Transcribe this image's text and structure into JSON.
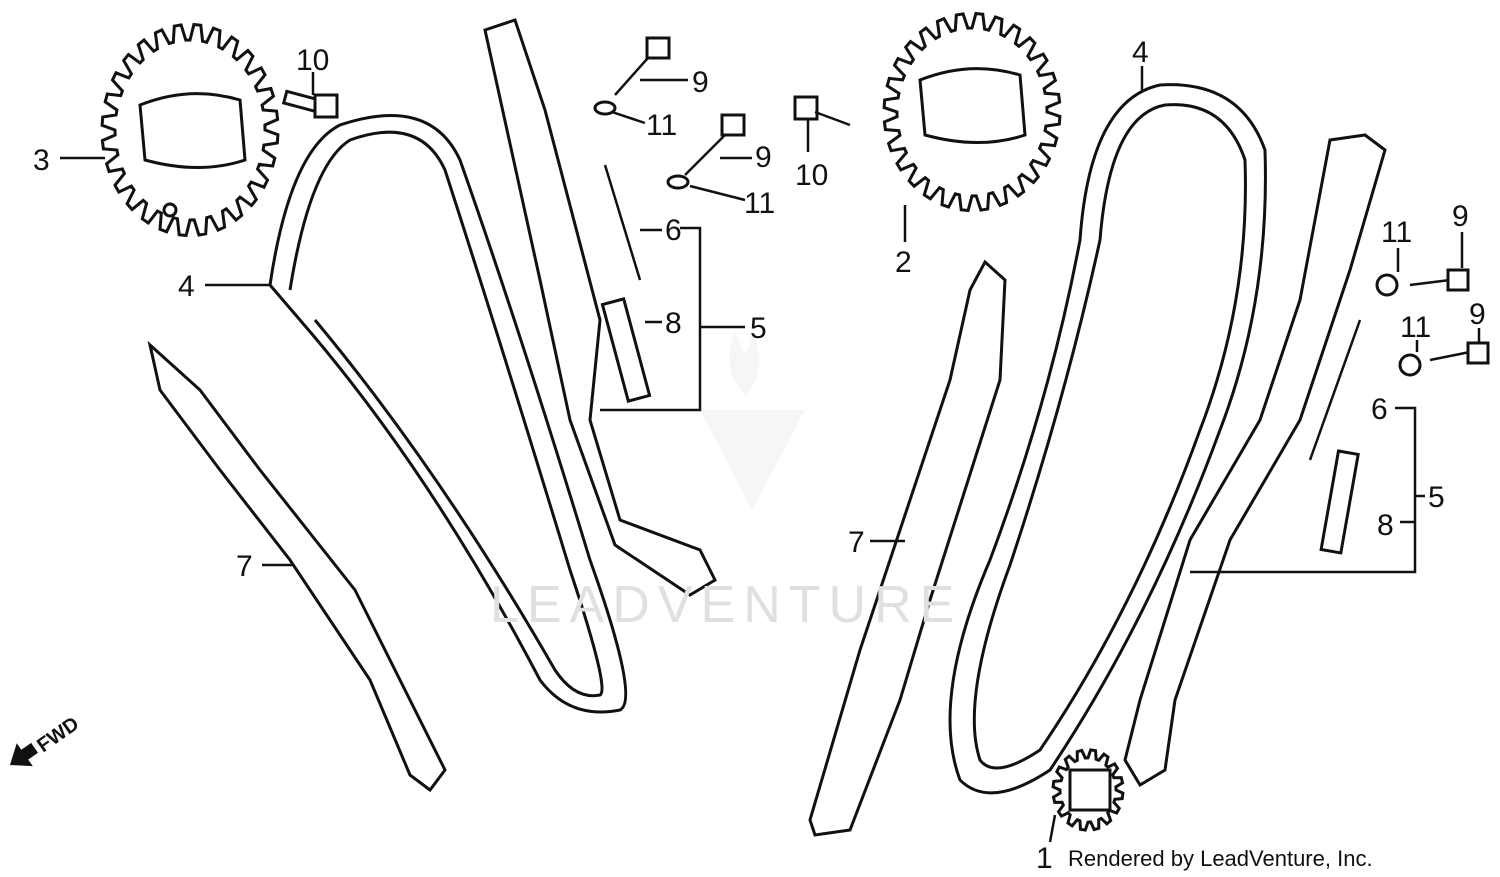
{
  "watermark": {
    "text": "LEADVENTURE"
  },
  "credit": "Rendered by LeadVenture, Inc.",
  "direction_marker": "FWD",
  "left_assembly": {
    "callouts": {
      "sprocket": "3",
      "bolt_top": "10",
      "bolt_a": "9",
      "washer_a": "11",
      "bolt_b": "9",
      "washer_b": "11",
      "bolt_right": "10",
      "spring": "6",
      "pin": "8",
      "tensioner_assembly": "5",
      "chain": "4",
      "guide": "7"
    }
  },
  "right_assembly": {
    "callouts": {
      "sprocket": "2",
      "chain": "4",
      "washer_a": "11",
      "bolt_a": "9",
      "washer_b": "11",
      "bolt_b": "9",
      "spring": "6",
      "tensioner_assembly": "5",
      "pin": "8",
      "guide": "7",
      "drive_sprocket": "1"
    }
  }
}
